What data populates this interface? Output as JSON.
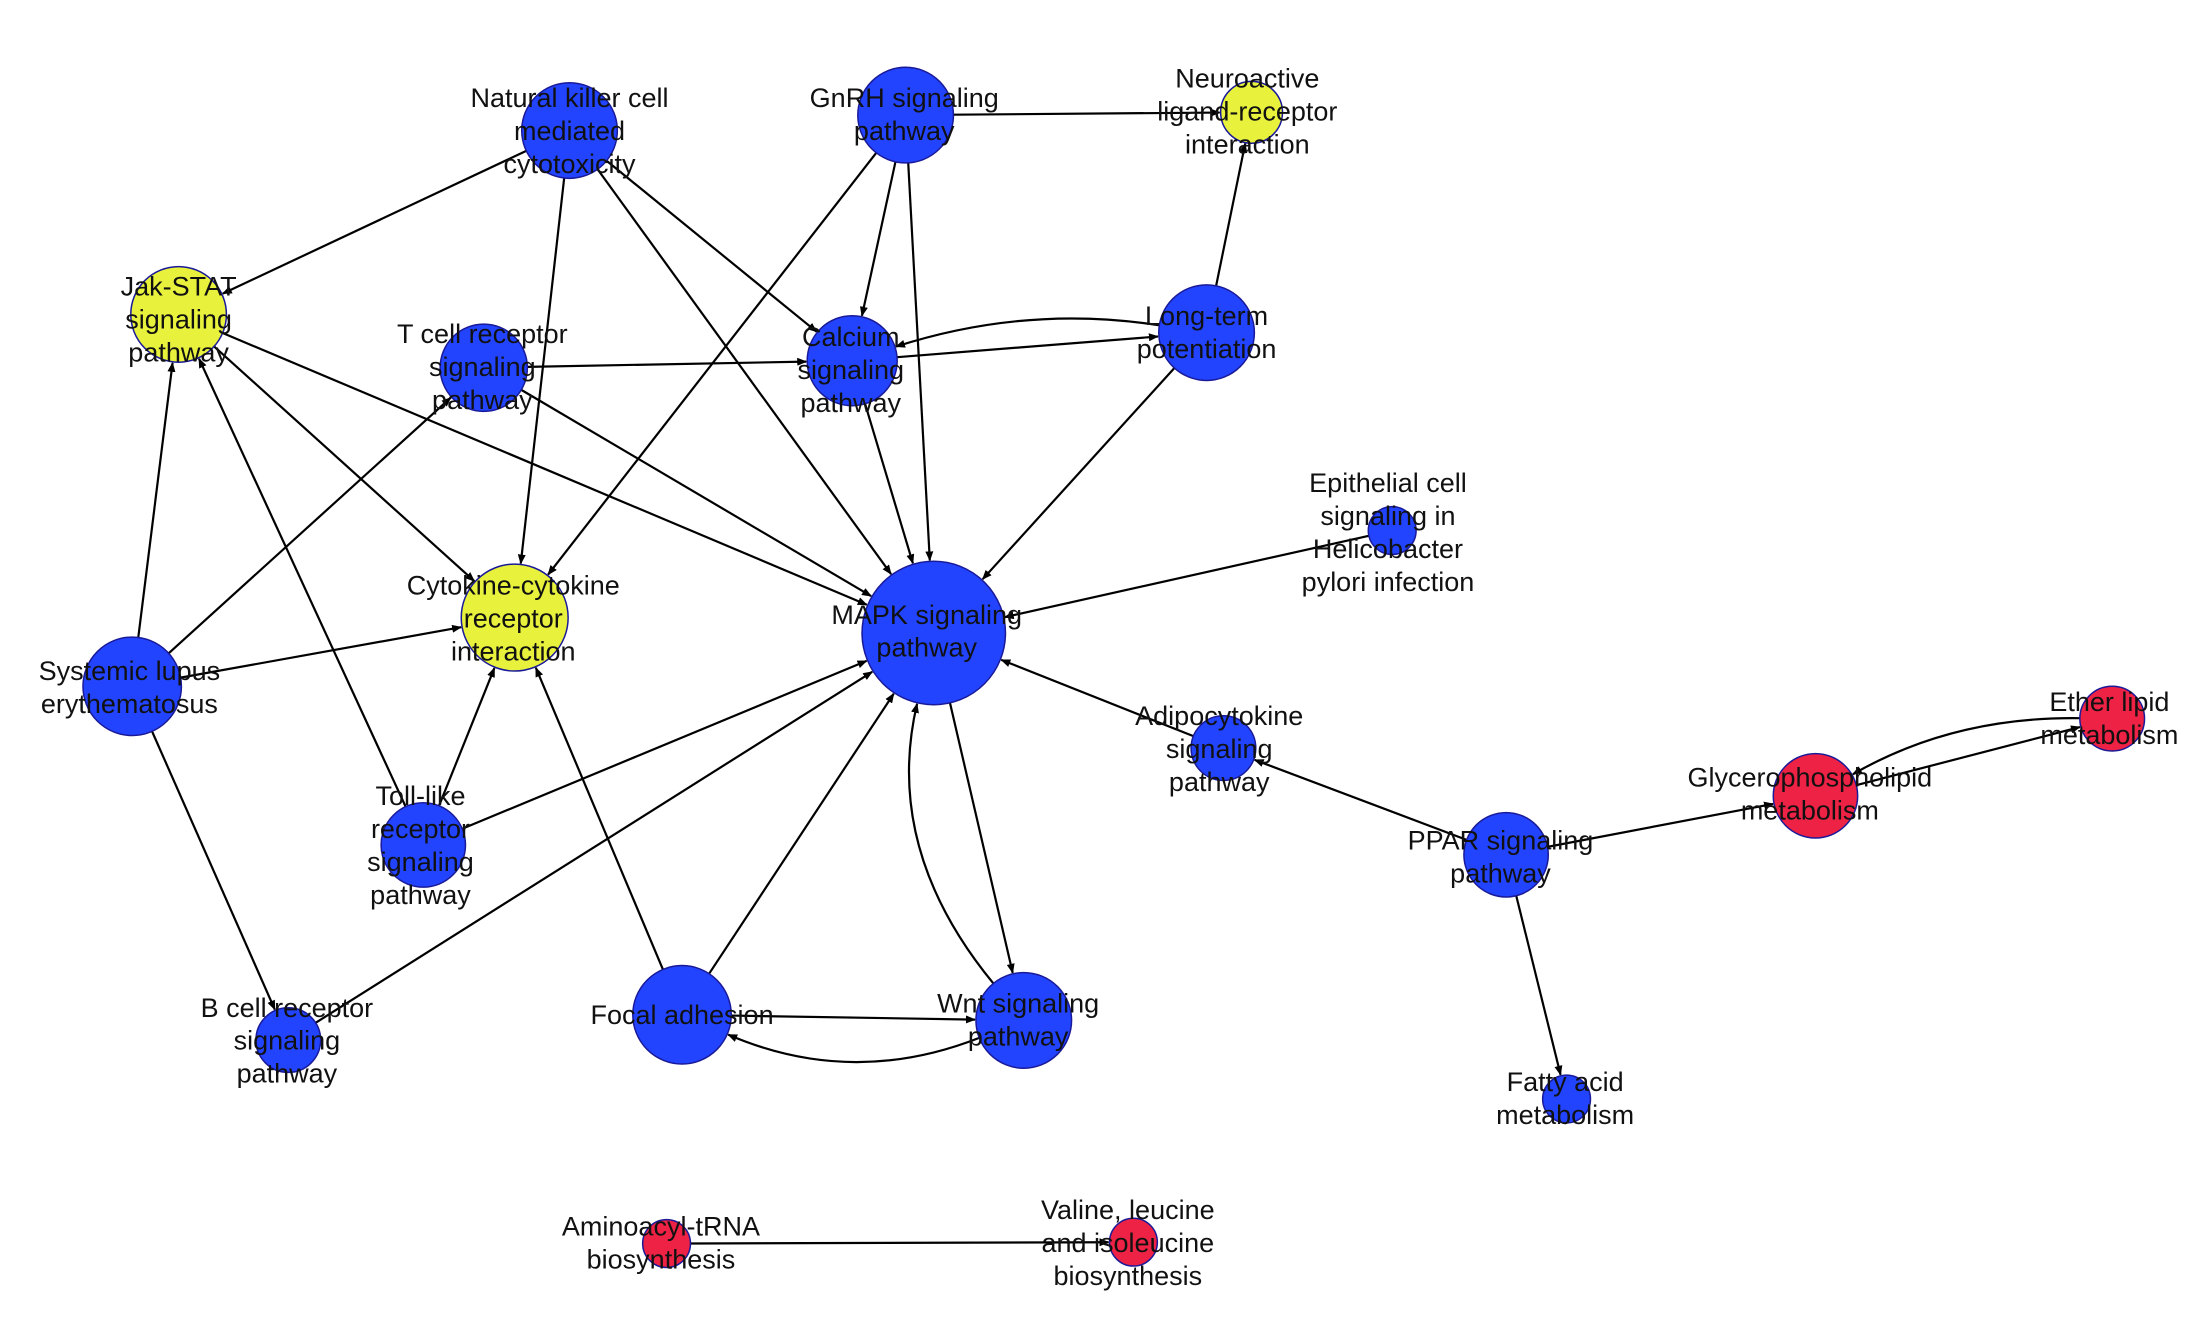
{
  "colors": {
    "blue": "#2244ff",
    "yellow": "#e8f23c",
    "red": "#ee2244",
    "edge": "#000000"
  },
  "nodes": [
    {
      "id": "nk",
      "color": "blue",
      "lines": [
        "Natural killer cell",
        "mediated",
        "cytotoxicity"
      ]
    },
    {
      "id": "gnrh",
      "color": "blue",
      "lines": [
        "GnRH signaling",
        "pathway"
      ]
    },
    {
      "id": "neuro",
      "color": "yellow",
      "lines": [
        "Neuroactive",
        "ligand-receptor",
        "interaction"
      ]
    },
    {
      "id": "jak",
      "color": "yellow",
      "lines": [
        "Jak-STAT",
        "signaling",
        "pathway"
      ]
    },
    {
      "id": "tcell",
      "color": "blue",
      "lines": [
        "T cell receptor",
        "signaling",
        "pathway"
      ]
    },
    {
      "id": "calcium",
      "color": "blue",
      "lines": [
        "Calcium",
        "signaling",
        "pathway"
      ]
    },
    {
      "id": "ltp",
      "color": "blue",
      "lines": [
        "Long-term",
        "potentiation"
      ]
    },
    {
      "id": "epi",
      "color": "blue",
      "lines": [
        "Epithelial cell",
        "signaling in",
        "Helicobacter",
        "pylori infection"
      ]
    },
    {
      "id": "cyto",
      "color": "yellow",
      "lines": [
        "Cytokine-cytokine",
        "receptor",
        "interaction"
      ]
    },
    {
      "id": "mapk",
      "color": "blue",
      "lines": [
        "MAPK signaling",
        "pathway"
      ]
    },
    {
      "id": "sle",
      "color": "blue",
      "lines": [
        "Systemic lupus",
        "erythematosus"
      ]
    },
    {
      "id": "adipo",
      "color": "blue",
      "lines": [
        "Adipocytokine",
        "signaling",
        "pathway"
      ]
    },
    {
      "id": "ether",
      "color": "red",
      "lines": [
        "Ether lipid",
        "metabolism"
      ]
    },
    {
      "id": "glycero",
      "color": "red",
      "lines": [
        "Glycerophospholipid",
        "metabolism"
      ]
    },
    {
      "id": "toll",
      "color": "blue",
      "lines": [
        "Toll-like",
        "receptor",
        "signaling",
        "pathway"
      ]
    },
    {
      "id": "ppar",
      "color": "blue",
      "lines": [
        "PPAR signaling",
        "pathway"
      ]
    },
    {
      "id": "bcell",
      "color": "blue",
      "lines": [
        "B cell receptor",
        "signaling",
        "pathway"
      ]
    },
    {
      "id": "focal",
      "color": "blue",
      "lines": [
        "Focal adhesion"
      ]
    },
    {
      "id": "wnt",
      "color": "blue",
      "lines": [
        "Wnt signaling",
        "pathway"
      ]
    },
    {
      "id": "fatty",
      "color": "blue",
      "lines": [
        "Fatty acid",
        "metabolism"
      ]
    },
    {
      "id": "amino",
      "color": "red",
      "lines": [
        "Aminoacyl-tRNA",
        "biosynthesis"
      ]
    },
    {
      "id": "valine",
      "color": "red",
      "lines": [
        "Valine, leucine",
        "and isoleucine",
        "biosynthesis"
      ]
    }
  ],
  "edges": [
    {
      "from": "nk",
      "to": "jak"
    },
    {
      "from": "nk",
      "to": "cyto"
    },
    {
      "from": "nk",
      "to": "calcium"
    },
    {
      "from": "nk",
      "to": "mapk"
    },
    {
      "from": "gnrh",
      "to": "neuro"
    },
    {
      "from": "gnrh",
      "to": "calcium"
    },
    {
      "from": "gnrh",
      "to": "mapk"
    },
    {
      "from": "gnrh",
      "to": "cyto"
    },
    {
      "from": "ltp",
      "to": "neuro"
    },
    {
      "from": "ltp",
      "to": "calcium"
    },
    {
      "from": "ltp",
      "to": "mapk"
    },
    {
      "from": "calcium",
      "to": "ltp"
    },
    {
      "from": "calcium",
      "to": "mapk"
    },
    {
      "from": "tcell",
      "to": "calcium"
    },
    {
      "from": "tcell",
      "to": "mapk"
    },
    {
      "from": "jak",
      "to": "cyto"
    },
    {
      "from": "jak",
      "to": "mapk"
    },
    {
      "from": "sle",
      "to": "jak"
    },
    {
      "from": "sle",
      "to": "tcell"
    },
    {
      "from": "sle",
      "to": "cyto"
    },
    {
      "from": "sle",
      "to": "bcell"
    },
    {
      "from": "toll",
      "to": "jak"
    },
    {
      "from": "toll",
      "to": "cyto"
    },
    {
      "from": "toll",
      "to": "mapk"
    },
    {
      "from": "bcell",
      "to": "mapk"
    },
    {
      "from": "focal",
      "to": "cyto"
    },
    {
      "from": "focal",
      "to": "mapk"
    },
    {
      "from": "focal",
      "to": "wnt"
    },
    {
      "from": "wnt",
      "to": "focal"
    },
    {
      "from": "wnt",
      "to": "mapk"
    },
    {
      "from": "mapk",
      "to": "wnt"
    },
    {
      "from": "epi",
      "to": "mapk"
    },
    {
      "from": "adipo",
      "to": "mapk"
    },
    {
      "from": "ppar",
      "to": "adipo"
    },
    {
      "from": "ppar",
      "to": "glycero"
    },
    {
      "from": "ppar",
      "to": "fatty"
    },
    {
      "from": "glycero",
      "to": "ether"
    },
    {
      "from": "ether",
      "to": "glycero"
    },
    {
      "from": "amino",
      "to": "valine"
    }
  ]
}
